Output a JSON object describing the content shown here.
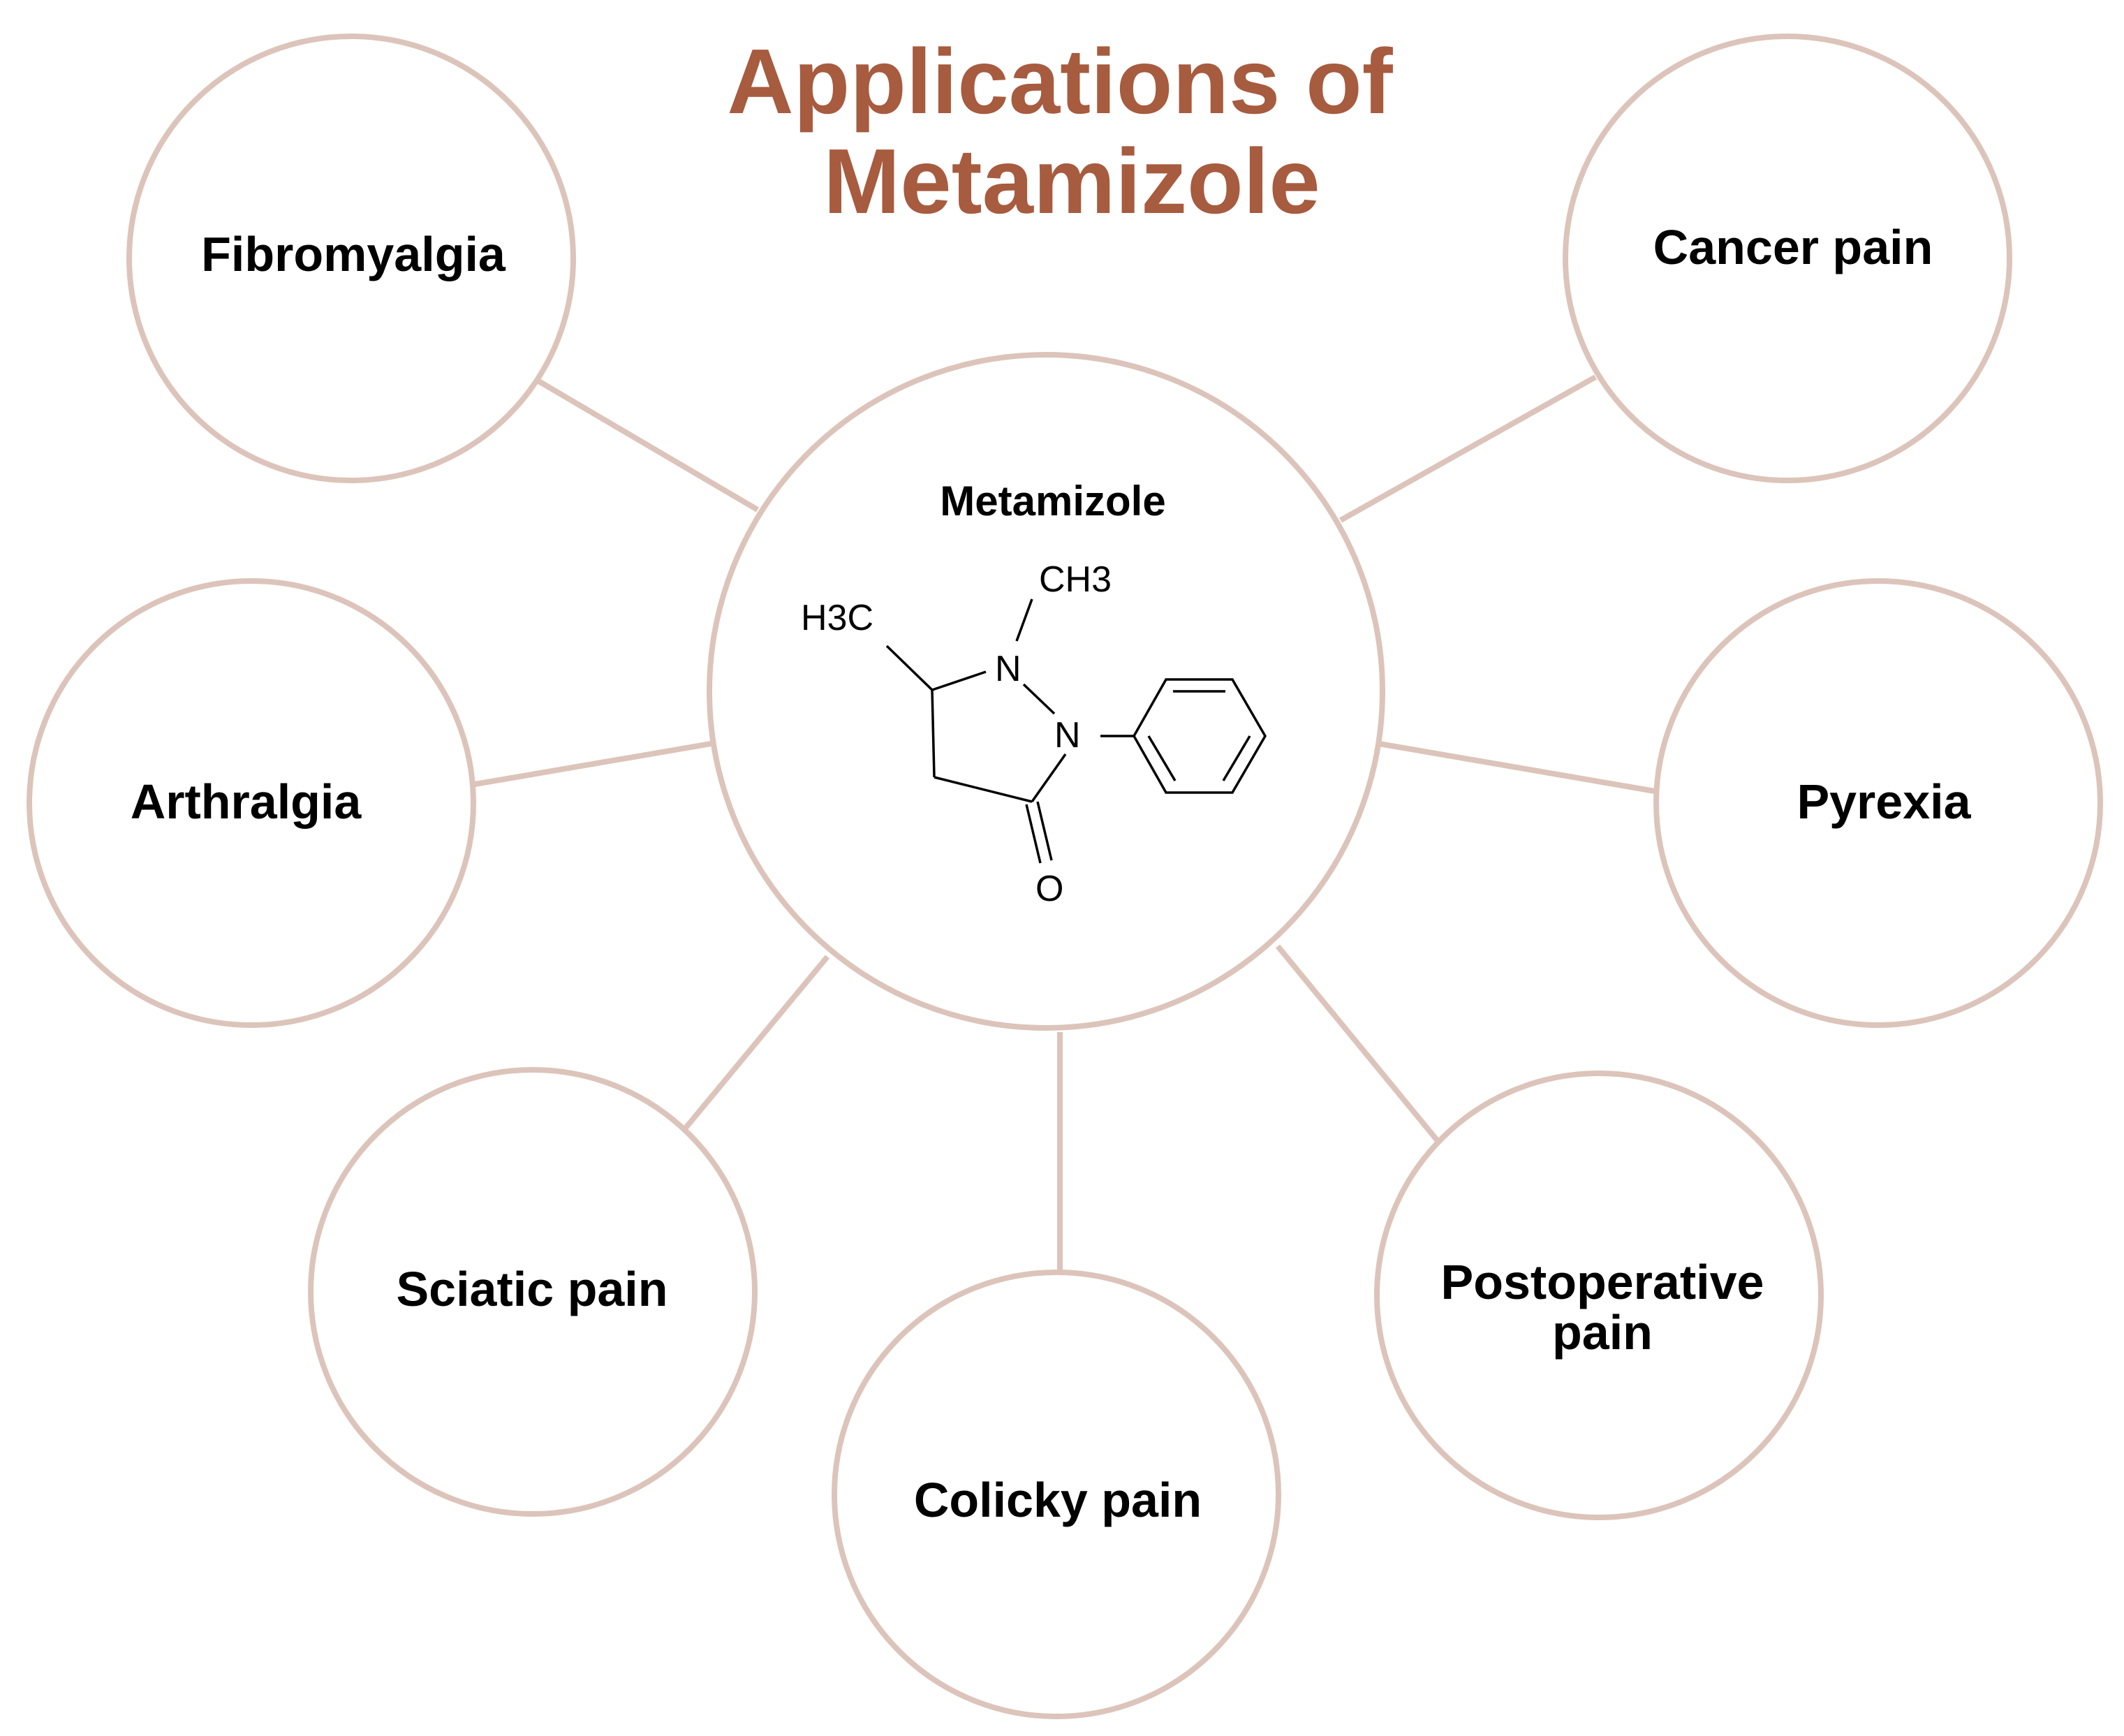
{
  "title": {
    "line1": "Applications of",
    "line2": "Metamizole"
  },
  "center": {
    "label": "Metamizole",
    "structure": {
      "methyl_n": "CH3",
      "methyl_c": "H3C",
      "nitrogen_1": "N",
      "nitrogen_2": "N",
      "oxygen": "O"
    }
  },
  "applications": [
    {
      "id": "fibromyalgia",
      "lines": [
        "Fibromyalgia"
      ]
    },
    {
      "id": "cancer-pain",
      "lines": [
        "Cancer pain"
      ]
    },
    {
      "id": "arthralgia",
      "lines": [
        "Arthralgia"
      ]
    },
    {
      "id": "pyrexia",
      "lines": [
        "Pyrexia"
      ]
    },
    {
      "id": "sciatic-pain",
      "lines": [
        "Sciatic pain"
      ]
    },
    {
      "id": "colicky-pain",
      "lines": [
        "Colicky pain"
      ]
    },
    {
      "id": "postoperative-pain",
      "lines": [
        "Postoperative",
        "pain"
      ]
    }
  ],
  "colors": {
    "title": "#a75b3f",
    "ring": "#dcc4bb",
    "text": "#000000"
  }
}
